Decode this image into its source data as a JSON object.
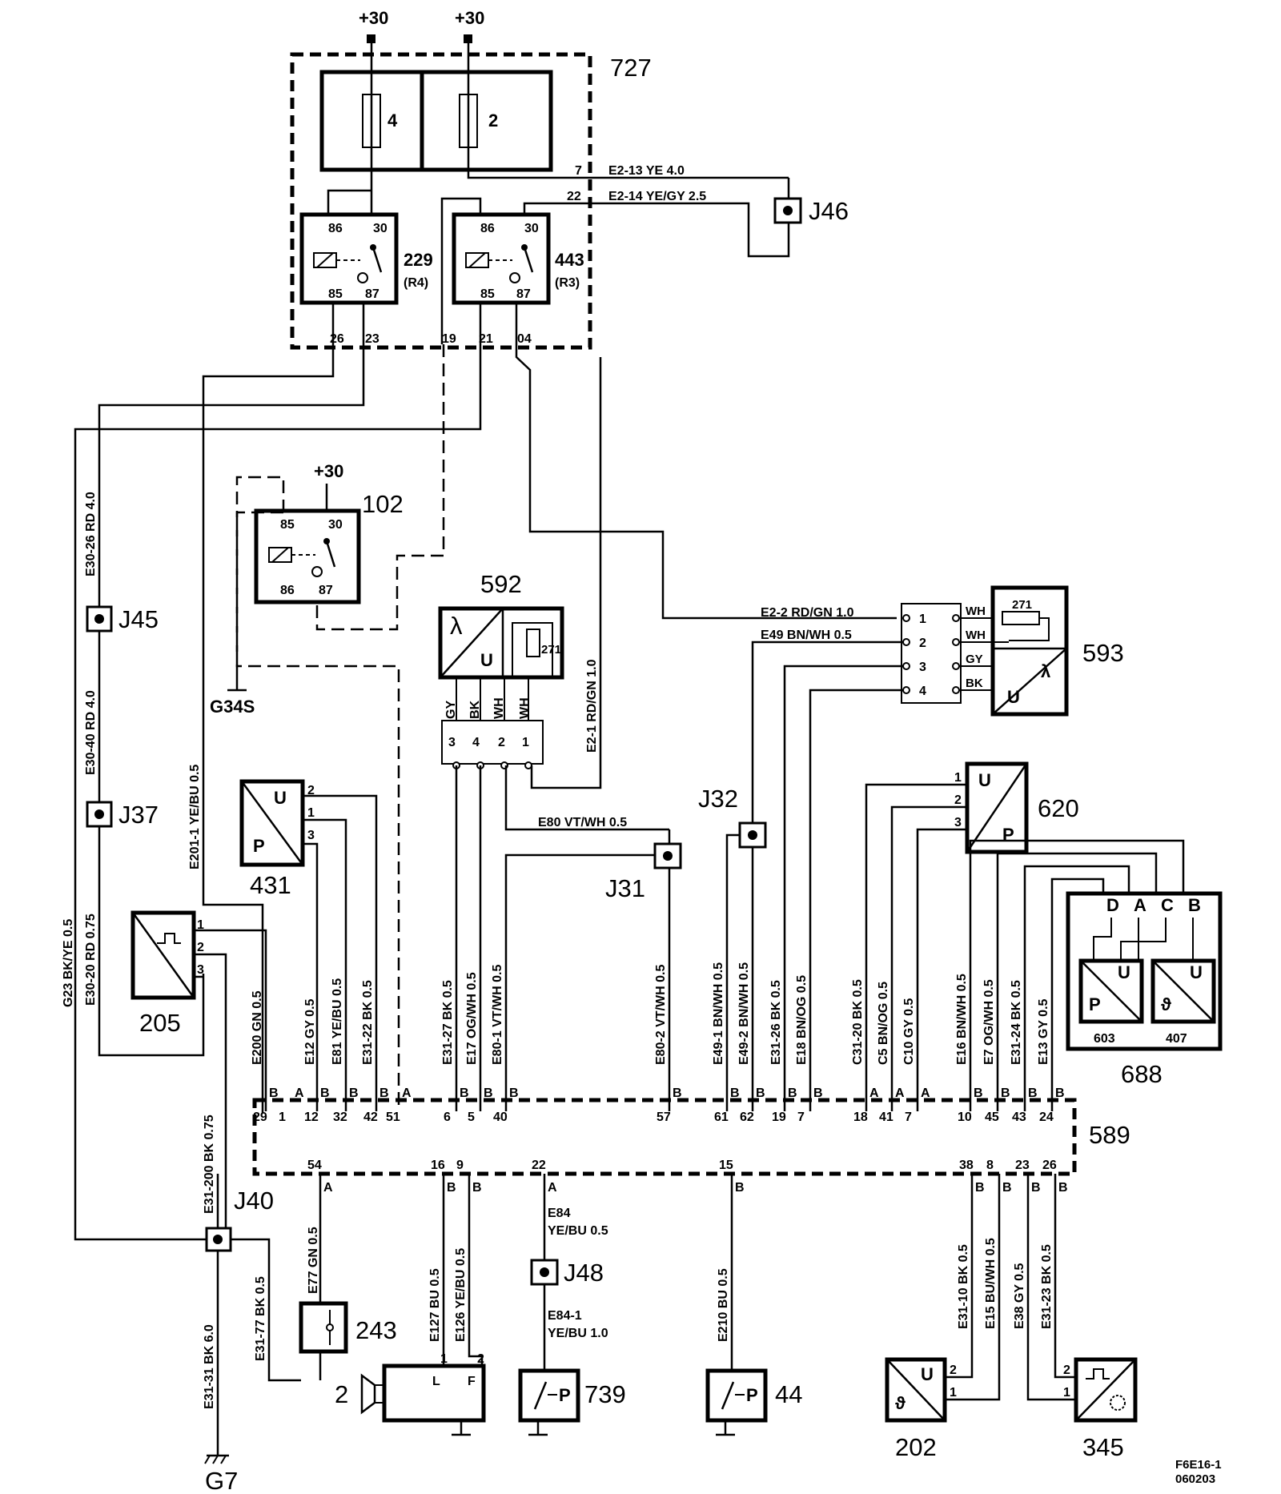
{
  "supply": {
    "left": "+30",
    "right": "+30",
    "relay102": "+30"
  },
  "fusebox": {
    "id": "727",
    "fuse_left": "4",
    "fuse_right": "2",
    "relay_a": {
      "id": "229",
      "sub": "(R4)",
      "pins": [
        "86",
        "30",
        "85",
        "87"
      ]
    },
    "relay_b": {
      "id": "443",
      "sub": "(R3)",
      "pins": [
        "86",
        "30",
        "85",
        "87"
      ]
    },
    "bottom_pins": [
      "26",
      "23",
      "19",
      "21",
      "04"
    ],
    "side_pins": [
      "7",
      "22"
    ]
  },
  "wires_top": {
    "w1": "E2-13  YE  4.0",
    "w2": "E2-14  YE/GY  2.5"
  },
  "junctions": {
    "j46": "J46",
    "j45": "J45",
    "j37": "J37",
    "j31": "J31",
    "j32": "J32",
    "j40": "J40",
    "j48": "J48"
  },
  "relay102": {
    "id": "102",
    "pins": [
      "85",
      "30",
      "86",
      "87"
    ]
  },
  "ground": {
    "g34s": "G34S",
    "g7": "G7"
  },
  "c592": {
    "id": "592",
    "lambda": "λ",
    "u": "U",
    "heater": "271",
    "wire_labels": [
      "GY",
      "BK",
      "WH",
      "WH"
    ],
    "pins": [
      "3",
      "4",
      "2",
      "1"
    ]
  },
  "c593": {
    "id": "593",
    "heater": "271",
    "u": "U",
    "lambda": "λ",
    "pins": [
      "1",
      "2",
      "3",
      "4"
    ],
    "colors": [
      "WH",
      "WH",
      "GY",
      "BK"
    ]
  },
  "c620": {
    "id": "620",
    "u": "U",
    "p": "P",
    "pins": [
      "1",
      "2",
      "3"
    ]
  },
  "c431": {
    "id": "431",
    "u": "U",
    "p": "P",
    "pins": [
      "2",
      "1",
      "3"
    ]
  },
  "c205": {
    "id": "205",
    "pins": [
      "1",
      "2",
      "3"
    ]
  },
  "c688": {
    "id": "688",
    "sub_a": "603",
    "sub_b": "407",
    "pins": [
      "D",
      "A",
      "C",
      "B"
    ],
    "u": "U",
    "p": "P",
    "theta": "ϑ"
  },
  "ecu": {
    "id": "589",
    "top_pins": [
      "29",
      "1",
      "12",
      "32",
      "42",
      "51",
      "6",
      "5",
      "40",
      "57",
      "61",
      "62",
      "19",
      "7",
      "18",
      "41",
      "7",
      "10",
      "45",
      "43",
      "24"
    ],
    "top_conn": [
      "B",
      "A",
      "B",
      "B",
      "B",
      "A",
      "B",
      "B",
      "B",
      "B",
      "B",
      "B",
      "B",
      "B",
      "A",
      "A",
      "A",
      "B",
      "B",
      "B",
      "B"
    ],
    "bottom_pins": [
      "54",
      "16",
      "9",
      "22",
      "15",
      "38",
      "8",
      "23",
      "26"
    ],
    "bottom_conn": [
      "A",
      "B",
      "B",
      "A",
      "B",
      "B",
      "B",
      "B",
      "B"
    ]
  },
  "vwires": {
    "e30_26": "E30-26  RD  4.0",
    "e30_40": "E30-40  RD  4.0",
    "e30_20": "E30-20  RD  0.75",
    "g23": "G23  BK/YE  0.5",
    "e201": "E201-1  YE/BU  0.5",
    "e200": "E200  GN  0.5",
    "e12": "E12  GY  0.5",
    "e81": "E81  YE/BU  0.5",
    "e31_22": "E31-22  BK  0.5",
    "e31_27": "E31-27  BK  0.5",
    "e17": "E17  OG/WH  0.5",
    "e80_1": "E80-1  VT/WH  0.5",
    "e2_1": "E2-1  RD/GN  1.0",
    "e80_2": "E80-2  VT/WH  0.5",
    "e49_1": "E49-1  BN/WH  0.5",
    "e49_2": "E49-2  BN/WH  0.5",
    "e31_26": "E31-26  BK  0.5",
    "e18": "E18  BN/OG  0.5",
    "c31_20": "C31-20  BK  0.5",
    "c5": "C5  BN/OG  0.5",
    "c10": "C10  GY  0.5",
    "e16": "E16  BN/WH  0.5",
    "e7": "E7  OG/WH  0.5",
    "e31_24": "E31-24  BK  0.5",
    "e13": "E13  GY  0.5",
    "e31_200": "E31-200  BK  0.75",
    "e31_31": "E31-31  BK  6.0",
    "e31_77": "E31-77  BK  0.5",
    "e77": "E77  GN  0.5",
    "e127": "E127  BU  0.5",
    "e126": "E126  YE/BU  0.5",
    "e210": "E210  BU  0.5",
    "e31_10": "E31-10  BK  0.5",
    "e15": "E15  BU/WH  0.5",
    "e38": "E38  GY  0.5",
    "e31_23": "E31-23  BK  0.5"
  },
  "hwires": {
    "e2_2": "E2-2  RD/GN  1.0",
    "e49": "E49  BN/WH  0.5",
    "e80": "E80  VT/WH  0.5",
    "e84": "E84",
    "e84_sub": "YE/BU  0.5",
    "e84_1": "E84-1",
    "e84_1_sub": "YE/BU  1.0"
  },
  "bottom": {
    "c243": "243",
    "horn": {
      "id": "2",
      "l": "L",
      "f": "F",
      "pins": [
        "1",
        "2"
      ]
    },
    "c739": {
      "id": "739",
      "p": "P"
    },
    "c44": {
      "id": "44",
      "p": "P"
    },
    "c202": {
      "id": "202",
      "u": "U",
      "theta": "ϑ",
      "pins": [
        "2",
        "1"
      ]
    },
    "c345": {
      "id": "345",
      "pins": [
        "2",
        "1"
      ]
    }
  },
  "footer": {
    "code": "F6E16-1",
    "date": "060203"
  }
}
